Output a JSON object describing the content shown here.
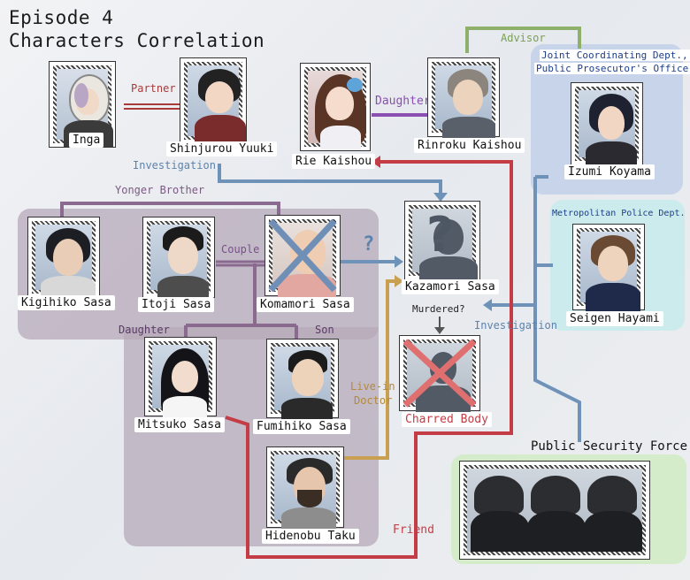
{
  "title": {
    "line1": "Episode 4",
    "line2": "Characters Correlation"
  },
  "characters": {
    "inga": "Inga",
    "yuuki": "Shinjurou Yuuki",
    "rie": "Rie Kaishou",
    "rinroku": "Rinroku Kaishou",
    "izumi": "Izumi Koyama",
    "kigihiko": "Kigihiko Sasa",
    "itoji": "Itoji Sasa",
    "komamori": "Komamori Sasa",
    "kazamori": "Kazamori Sasa",
    "seigen": "Seigen Hayami",
    "mitsuko": "Mitsuko Sasa",
    "fumihiko": "Fumihiko Sasa",
    "hidenobu": "Hidenobu Taku",
    "charred": "Charred Body",
    "security": "Public Security Force"
  },
  "relations": {
    "partner": "Partner",
    "advisor": "Advisor",
    "daughter_rie": "Daughter",
    "investigation_top": "Investigation",
    "younger_brother": "Yonger Brother",
    "couple": "Couple",
    "question": "?",
    "murdered": "Murdered?",
    "investigation_right": "Investigation",
    "daughter": "Daughter",
    "son": "Son",
    "live_in_doctor_1": "Live-in",
    "live_in_doctor_2": "Doctor",
    "friend": "Friend"
  },
  "org_labels": {
    "prosecutor_1": "Joint Coordinating Dept.,",
    "prosecutor_2": "Public Prosecutor's Office",
    "police": "Metropolitan Police Dept."
  },
  "colors": {
    "partner": "#a83a3a",
    "advisor": "#8fb06a",
    "daughter_rie": "#8a4fb0",
    "investigation": "#6f93b8",
    "sasa_family": "#8a6a8f",
    "live_in_doctor": "#c9a052",
    "friend": "#c43c45",
    "prosecutor_region": "#b9c8e0",
    "police_region": "#bfe3e4",
    "family_region": "#a99aab",
    "security_region": "#cfe8c6"
  }
}
